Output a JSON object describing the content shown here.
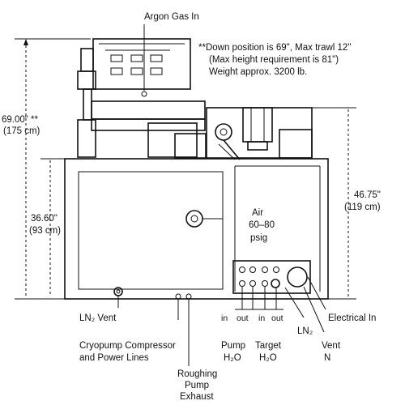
{
  "labels": {
    "argon_gas_in": "Argon Gas In",
    "note_line1": "**Down position is 69\", Max trawl 12\"",
    "note_line2": "(Max height requirement is 81\")",
    "note_line3": "Weight approx. 3200 lb.",
    "overall_height": "69.00\" **",
    "overall_height_cm": "(175 cm)",
    "base_height": "36.60\"",
    "base_height_cm": "(93 cm)",
    "right_height": "46.75\"",
    "right_height_cm": "(119 cm)",
    "air_line1": "Air",
    "air_line2": "60–80",
    "air_line3": "psig",
    "ln2_vent": "LN₂ Vent",
    "cryopump_line1": "Cryopump Compressor",
    "cryopump_line2": "and Power Lines",
    "roughing_line1": "Roughing",
    "roughing_line2": "Pump",
    "roughing_line3": "Exhaust",
    "pump_in": "in",
    "pump_out": "out",
    "target_in": "in",
    "target_out": "out",
    "pump_h2o_line1": "Pump",
    "pump_h2o_line2": "H₂O",
    "target_h2o_line1": "Target",
    "target_h2o_line2": "H₂O",
    "ln2": "LN₂",
    "vent_line1": "Vent",
    "vent_line2": "N",
    "electrical_in": "Electrical In"
  }
}
